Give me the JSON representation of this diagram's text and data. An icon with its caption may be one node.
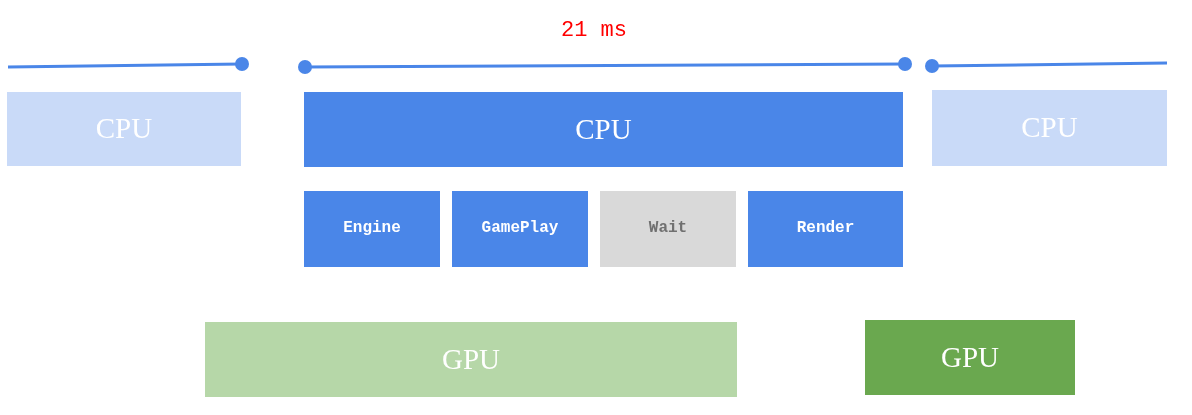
{
  "diagram": {
    "nodes": [
      {
        "text": [
          "CPU"
        ]
      },
      {
        "text": [
          "CPU"
        ]
      },
      {
        "text": [
          "CPU"
        ]
      },
      {
        "text": [
          "Engine"
        ]
      },
      {
        "text": [
          "GamePlay"
        ]
      },
      {
        "text": [
          "Wait"
        ]
      },
      {
        "text": [
          "Render"
        ]
      },
      {
        "text": [
          "GPU"
        ]
      },
      {
        "text": [
          "GPU"
        ]
      }
    ],
    "labels": [
      "21 ms"
    ]
  }
}
